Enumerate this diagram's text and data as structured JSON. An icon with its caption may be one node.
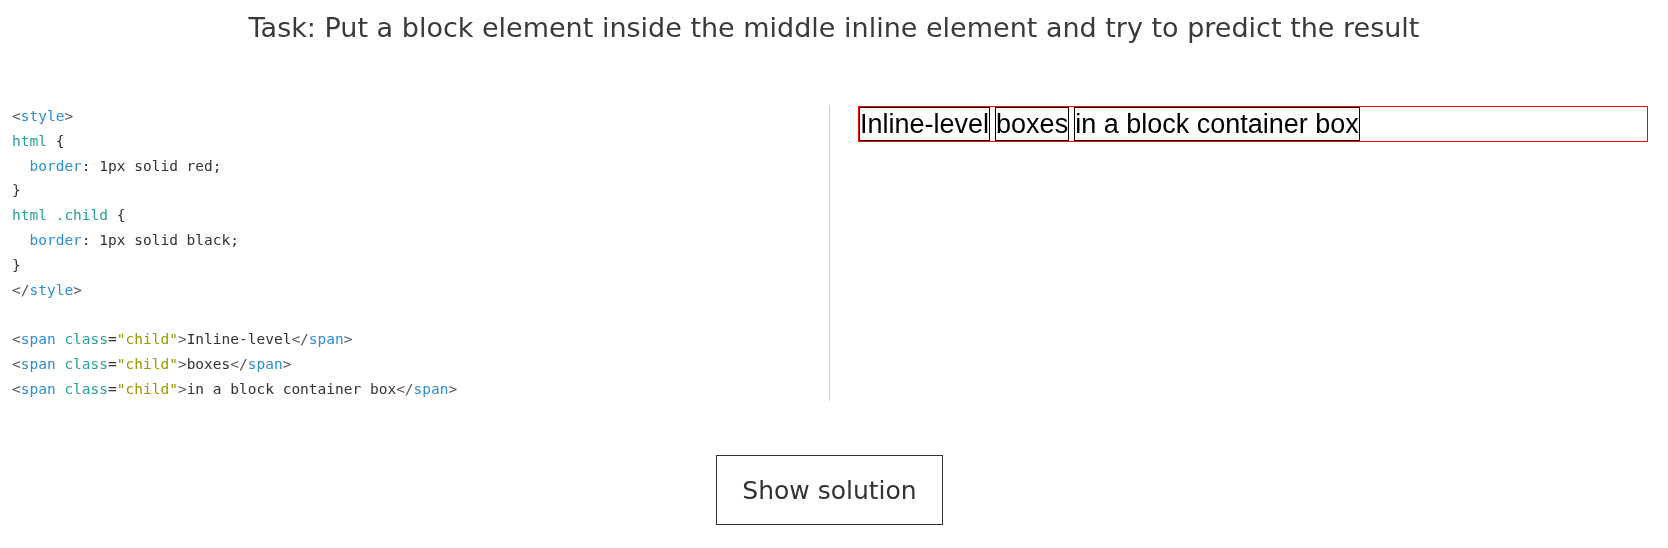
{
  "diagram": {
    "title": "Task: Put a block element inside the middle inline element and try to predict the result",
    "nodes": [
      {
        "text": [],
        "shape": "box"
      },
      {
        "text": [
          "Inline-level"
        ],
        "in": 0
      },
      {
        "text": [
          "boxes"
        ],
        "in": 0
      },
      {
        "text": [
          "in a block container box"
        ],
        "in": 0
      }
    ],
    "edges": [],
    "labels": [
      "<style>",
      "html {",
      "  border: 1px solid red;",
      "}",
      "html .child {",
      "  border: 1px solid black;",
      "}",
      "</style>",
      "<span class=\"child\">Inline-level</span>",
      "<span class=\"child\">boxes</span>",
      "<span class=\"child\">in a block container box</span>",
      "Show solution"
    ]
  }
}
